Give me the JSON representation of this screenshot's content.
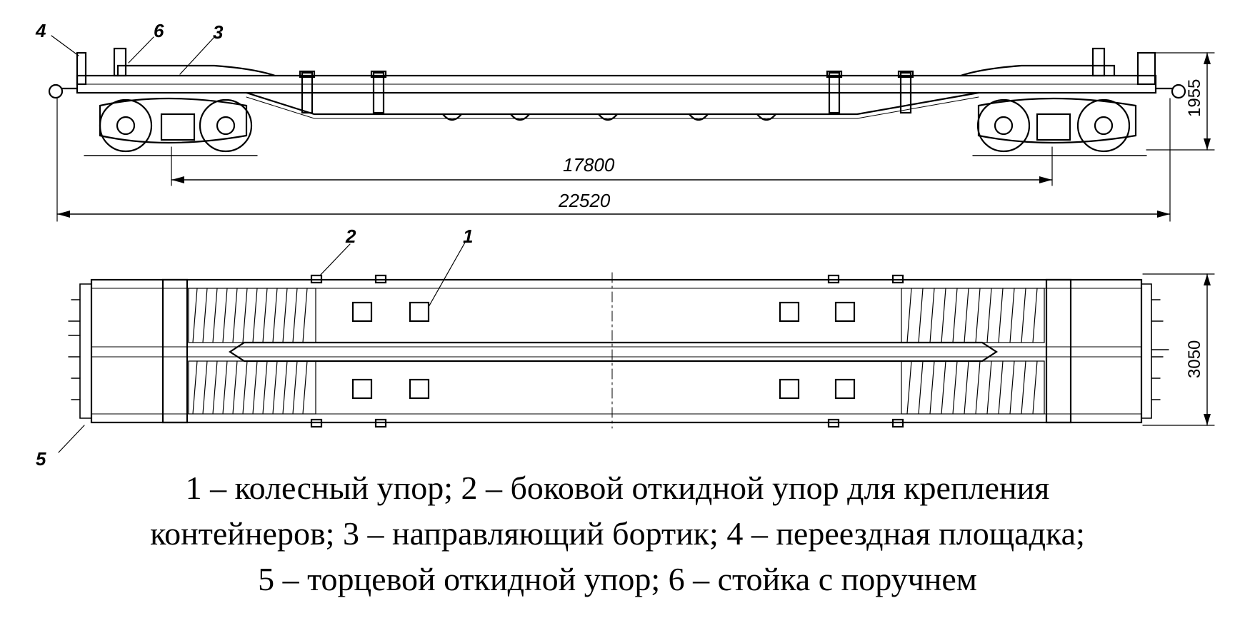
{
  "callouts": {
    "c1": "1",
    "c2": "2",
    "c3": "3",
    "c4": "4",
    "c5": "5",
    "c6": "6"
  },
  "dimensions": {
    "bogie_centers": "17800",
    "overall_length": "22520",
    "height": "1955",
    "width": "3050"
  },
  "caption": {
    "line1": "1 – колесный упор; 2 – боковой откидной упор для крепления",
    "line2": "контейнеров; 3 – направляющий бортик; 4 – переездная площадка;",
    "line3": "5 – торцевой откидной упор; 6 – стойка с поручнем"
  }
}
